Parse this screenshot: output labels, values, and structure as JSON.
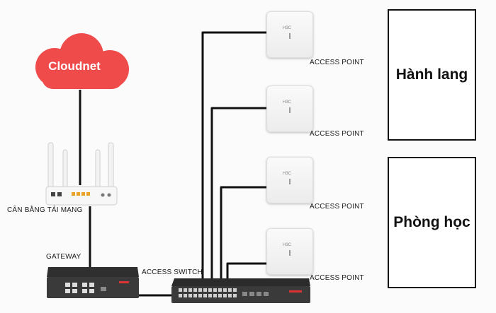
{
  "cloud": {
    "label": "Cloudnet",
    "color": "#ef4b4b"
  },
  "router": {
    "label": "CÂN BẰNG TẢI MẠNG"
  },
  "gateway": {
    "label": "GATEWAY"
  },
  "switch": {
    "label": "ACCESS SWITCH"
  },
  "access_points": [
    {
      "label": "ACCESS POINT",
      "logo": "H3C"
    },
    {
      "label": "ACCESS POINT",
      "logo": "H3C"
    },
    {
      "label": "ACCESS POINT",
      "logo": "H3C"
    },
    {
      "label": "ACCESS POINT",
      "logo": "H3C"
    }
  ],
  "areas": [
    {
      "label": "Hành lang"
    },
    {
      "label": "Phòng học"
    }
  ],
  "colors": {
    "wire": "#111111",
    "cloud": "#ef4b4b",
    "device": "#2e2e2e"
  }
}
